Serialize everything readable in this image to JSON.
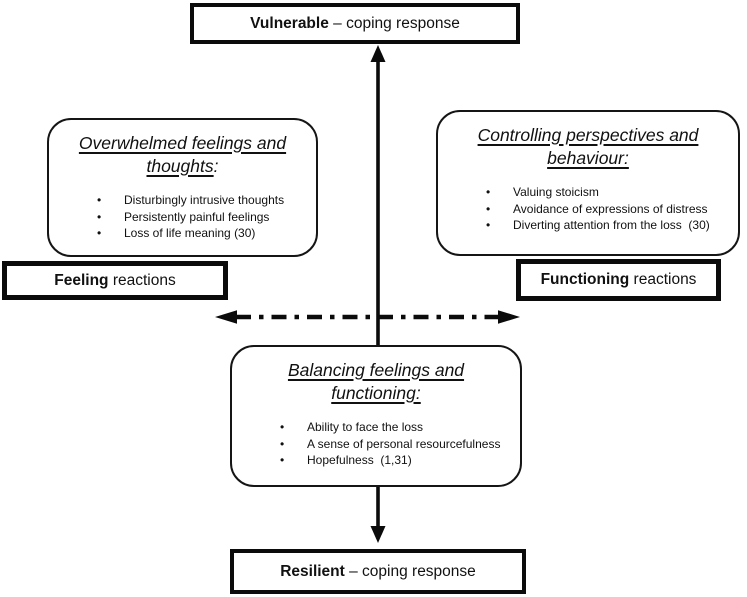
{
  "diagram": {
    "top_box": {
      "emphasis": "Vulnerable",
      "suffix": " – coping response"
    },
    "bottom_box": {
      "emphasis": "Resilient",
      "suffix": " – coping response"
    },
    "left_label_box": {
      "emphasis": "Feeling",
      "suffix": " reactions"
    },
    "right_label_box": {
      "emphasis": "Functioning",
      "suffix": " reactions"
    },
    "left_box": {
      "title_line1": "Overwhelmed feelings and",
      "title_line2_underlined": "thoughts",
      "title_line2_plain": ":",
      "bullets": [
        "Disturbingly intrusive thoughts",
        "Persistently painful feelings",
        "Loss of life meaning (30)"
      ]
    },
    "right_box": {
      "title_line1": "Controlling perspectives and",
      "title_line2_underlined": "behaviour:",
      "title_line2_plain": "",
      "bullets": [
        "Valuing stoicism",
        "Avoidance of expressions of distress",
        "Diverting attention from the loss  (30)"
      ]
    },
    "center_box": {
      "title_line1": "Balancing feelings and",
      "title_line2_underlined": "functioning:",
      "title_line2_plain": "",
      "bullets": [
        "Ability to face the loss",
        "A sense of personal resourcefulness",
        "Hopefulness  (1,31)"
      ]
    },
    "bullet_glyph": "•",
    "colors": {
      "line": "#0b0b0b",
      "text": "#111111",
      "background": "#ffffff"
    }
  }
}
